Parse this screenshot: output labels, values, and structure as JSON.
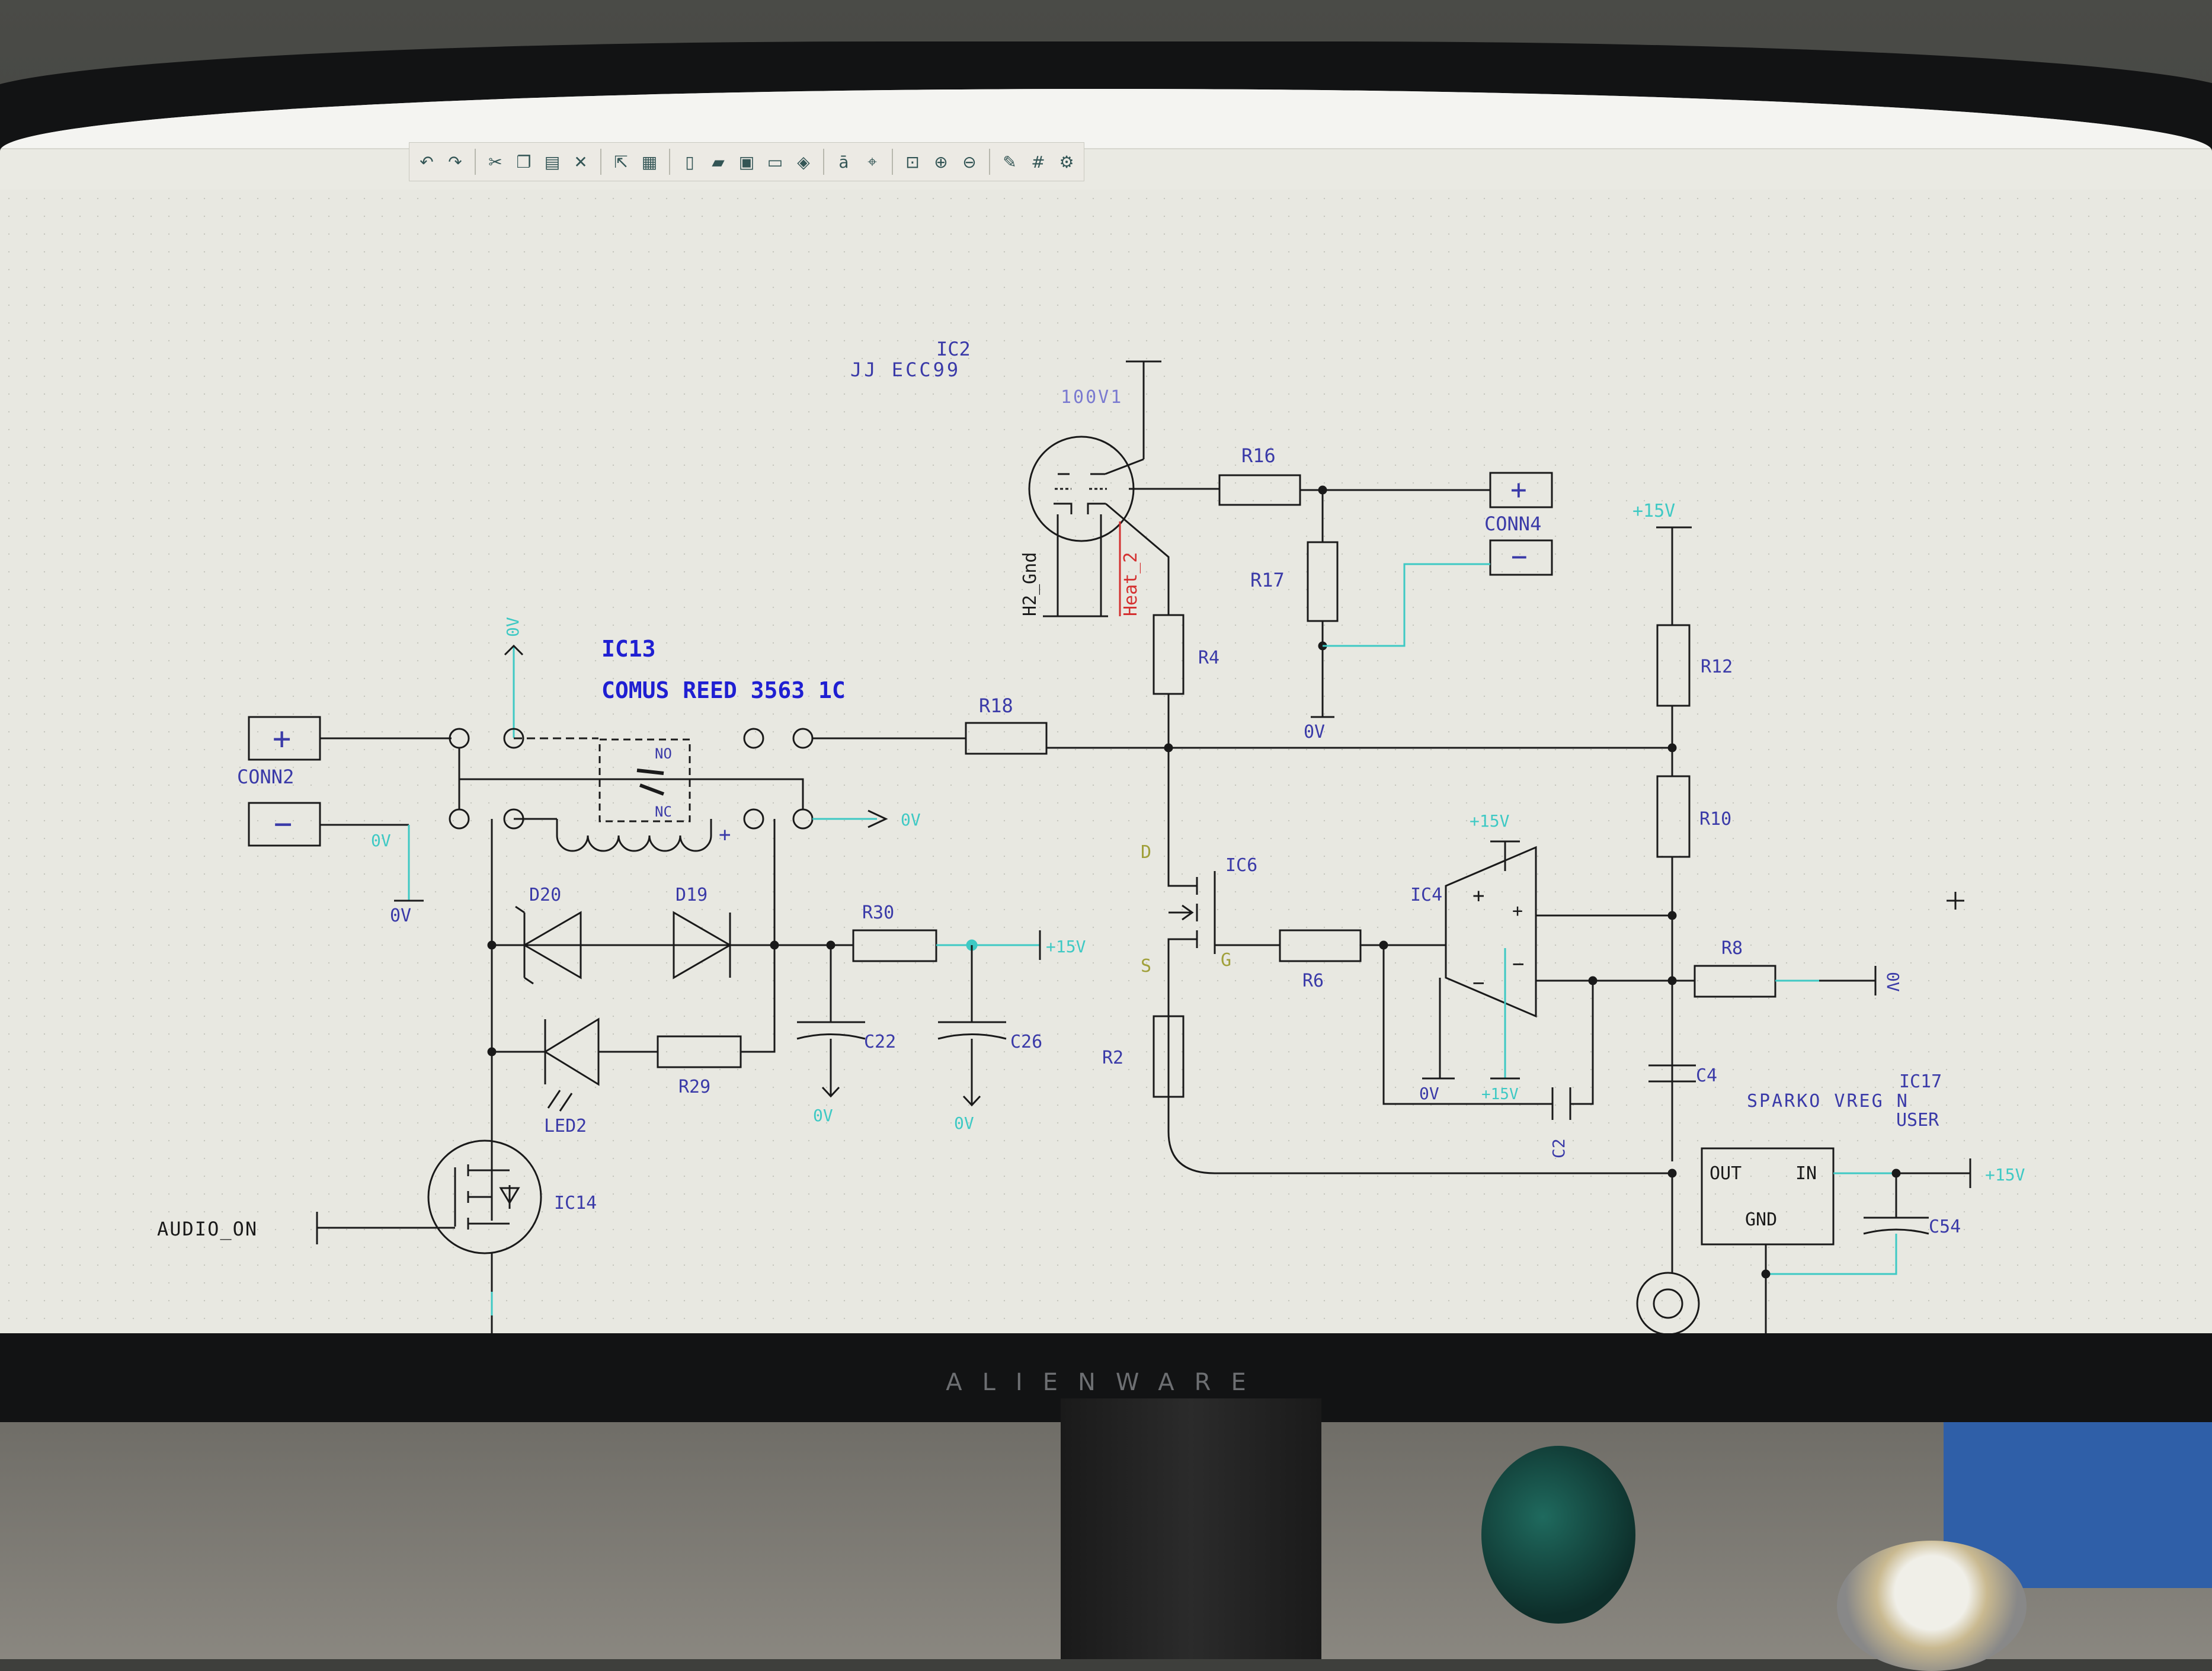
{
  "window": {
    "title": "Schematic Design: Triode Luv V2 *]"
  },
  "brand": {
    "bezel_logo": "ALIENWARE"
  },
  "toolbar": {
    "icons": [
      "undo-icon",
      "redo-icon",
      "cut-icon",
      "copy-icon",
      "paste-icon",
      "delete-icon",
      "select-icon",
      "component-icon",
      "new-icon",
      "open-icon",
      "save-icon",
      "folder-icon",
      "layers-icon",
      "spell-check-icon",
      "snap-icon",
      "zoom-fit-icon",
      "zoom-in-icon",
      "zoom-out-icon",
      "palette-icon",
      "grid-icon",
      "settings-icon"
    ]
  },
  "colors": {
    "wire": "#1a1a1a",
    "label_blue": "#3a3aa8",
    "net_cyan": "#3ec9c4",
    "heat_red": "#d43030",
    "bold_blue": "#1f1fd2"
  },
  "schematic": {
    "ic2_ref": "IC2",
    "ic2_value": "JJ ECC99",
    "label_100v1": "100V1",
    "r16": "R16",
    "conn4": "CONN4",
    "r17": "R17",
    "h2_gnd": "H2_Gnd",
    "heat_2": "Heat_2",
    "r4": "R4",
    "zero_v": "0V",
    "plus15v": "+15V",
    "r12": "R12",
    "r10": "R10",
    "ic13_ref": "IC13",
    "ic13_value": "COMUS REED 3563 1C",
    "no": "NO",
    "nc": "NC",
    "r18": "R18",
    "conn2": "CONN2",
    "d": "D",
    "ic6": "IC6",
    "ic4": "IC4",
    "s": "S",
    "g": "G",
    "d20": "D20",
    "d19": "D19",
    "r30": "R30",
    "r6": "R6",
    "r8": "R8",
    "c22": "C22",
    "c26": "C26",
    "r2": "R2",
    "r29": "R29",
    "led2": "LED2",
    "c4": "C4",
    "c2": "C2",
    "ic17_ref": "IC17",
    "ic17_value_1": "SPARKO VREG N",
    "ic17_value_2": "USER",
    "out": "OUT",
    "in": "IN",
    "gnd": "GND",
    "c54": "C54",
    "ic14": "IC14",
    "audio_on": "AUDIO_ON",
    "plus": "+",
    "minus": "−"
  }
}
